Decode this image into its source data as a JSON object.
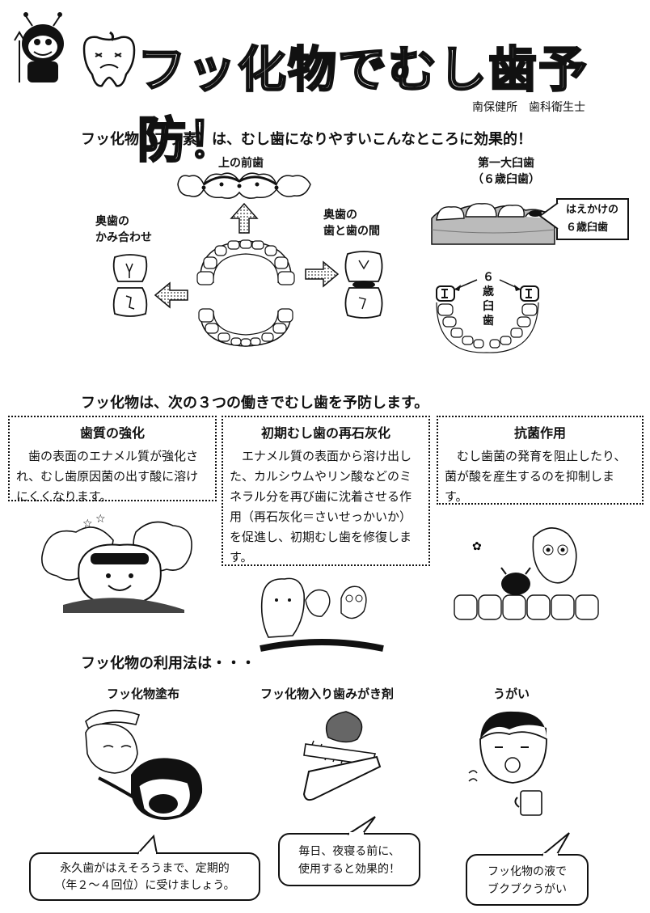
{
  "title": "フッ化物でむし歯予防！",
  "author": "南保健所　歯科衛生士",
  "sections": {
    "where": {
      "heading": "フッ化物（フッ素）は、むし歯になりやすいこんなところに効果的！",
      "front_teeth": "上の前歯",
      "molar_bite_1": "奥歯の",
      "molar_bite_2": "かみ合わせ",
      "molar_gap_1": "奥歯の",
      "molar_gap_2": "歯と歯の間",
      "first_molar_1": "第一大臼歯",
      "first_molar_2": "（６歳臼歯）",
      "erupting_1": "はえかけの",
      "erupting_2": "６歳臼歯",
      "six_molar_1": "６",
      "six_molar_2": "歳",
      "six_molar_3": "臼",
      "six_molar_4": "歯"
    },
    "how": {
      "heading": "フッ化物は、次の３つの働きでむし歯を予防します。",
      "items": [
        {
          "title": "歯質の強化",
          "body": "歯の表面のエナメル質が強化され、むし歯原因菌の出す酸に溶けにくくなります。"
        },
        {
          "title": "初期むし歯の再石灰化",
          "body": "エナメル質の表面から溶け出した、カルシウムやリン酸などのミネラル分を再び歯に沈着させる作用（再石灰化＝さいせっかいか）を促進し、初期むし歯を修復します。"
        },
        {
          "title": "抗菌作用",
          "body": "むし歯菌の発育を阻止したり、菌が酸を産生するのを抑制します。"
        }
      ]
    },
    "usage": {
      "heading": "フッ化物の利用法は・・・",
      "methods": [
        {
          "title": "フッ化物塗布",
          "note_1": "永久歯がはえそろうまで、定期的",
          "note_2": "（年２〜４回位）に受けましょう。"
        },
        {
          "title": "フッ化物入り歯みがき剤",
          "note_1": "毎日、夜寝る前に、",
          "note_2": "使用すると効果的！"
        },
        {
          "title": "うがい",
          "note_1": "フッ化物の液で",
          "note_2": "ブクブクうがい"
        }
      ]
    }
  }
}
